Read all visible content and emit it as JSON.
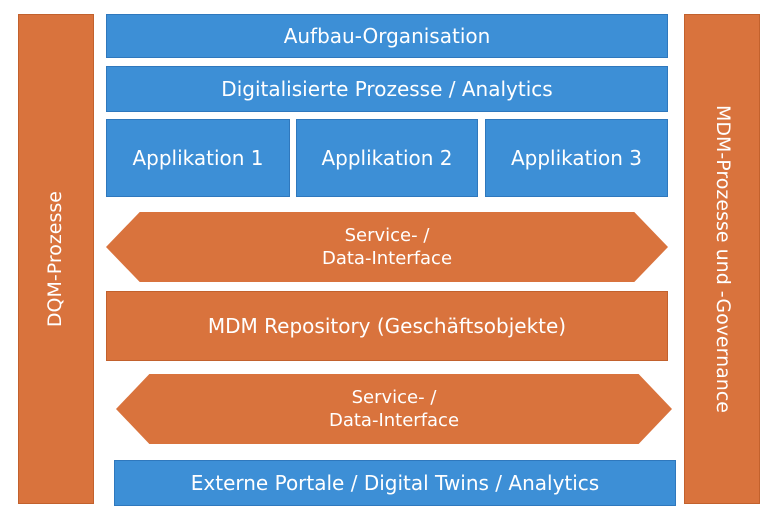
{
  "left_column": {
    "label": "DQM-Prozesse"
  },
  "right_column": {
    "label": "MDM-Prozesse und -Governance"
  },
  "rows": {
    "top": "Aufbau-Organisation",
    "digital": "Digitalisierte Prozesse / Analytics",
    "applications": [
      "Applikation 1",
      "Applikation 2",
      "Applikation 3"
    ],
    "interface_upper": {
      "line1": "Service- /",
      "line2": "Data-Interface"
    },
    "repository": "MDM Repository (Geschäftsobjekte)",
    "interface_lower": {
      "line1": "Service- /",
      "line2": "Data-Interface"
    },
    "bottom": "Externe Portale / Digital Twins / Analytics"
  },
  "colors": {
    "blue": "#3d8fd6",
    "orange": "#d9733d"
  }
}
